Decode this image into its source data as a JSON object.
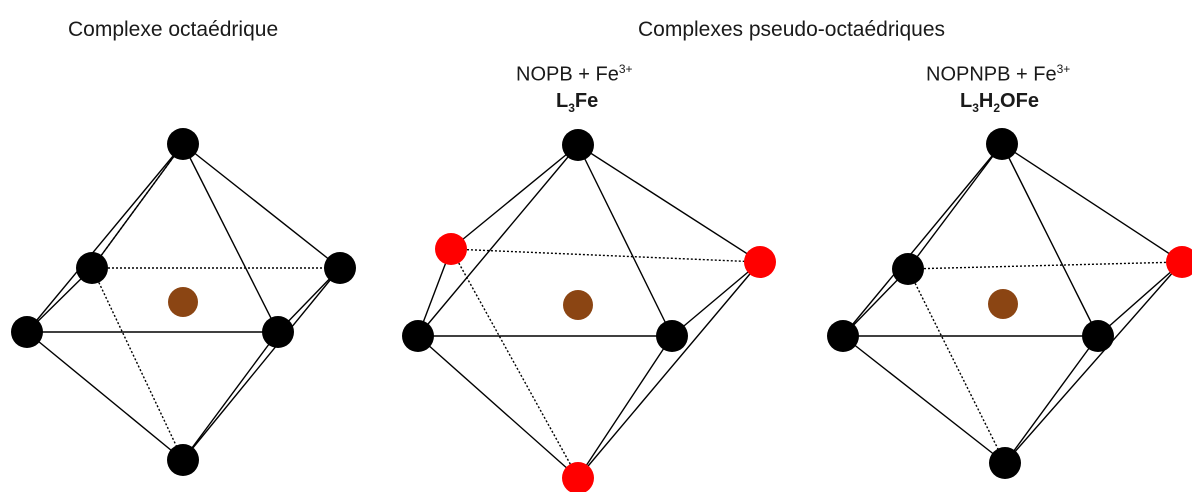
{
  "titles": {
    "left": "Complexe octaédrique",
    "right": "Complexes pseudo-octaédriques"
  },
  "complex_b": {
    "ligand": "NOPB",
    "plus": "+",
    "metal": "Fe",
    "charge": "3+",
    "formula": [
      "L",
      "3",
      "Fe"
    ]
  },
  "complex_c": {
    "ligand": "NOPNPB",
    "plus": "+",
    "metal": "Fe",
    "charge": "3+",
    "formula": [
      "L",
      "3",
      "H",
      "2",
      "OFe"
    ]
  },
  "colors": {
    "vertex_black": "#000000",
    "vertex_red": "#ff0000",
    "center_metal": "#8b4513",
    "edge": "#000000"
  }
}
